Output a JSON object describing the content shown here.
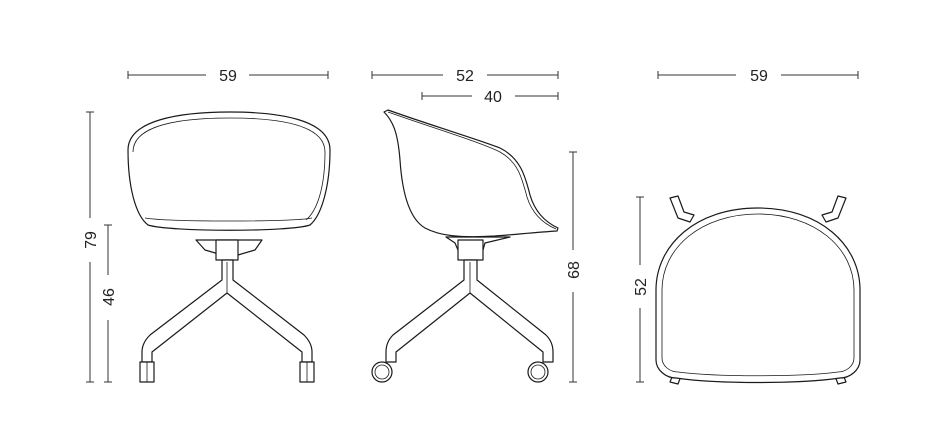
{
  "views": {
    "front": {
      "width_label": "59",
      "height_label": "79",
      "seat_height_label": "46"
    },
    "side": {
      "depth_label": "52",
      "seat_depth_label": "40",
      "armrest_height_label": "68"
    },
    "top": {
      "width_label": "59",
      "depth_label": "52"
    }
  },
  "colors": {
    "line": "#1a1a1a",
    "background": "#ffffff"
  }
}
